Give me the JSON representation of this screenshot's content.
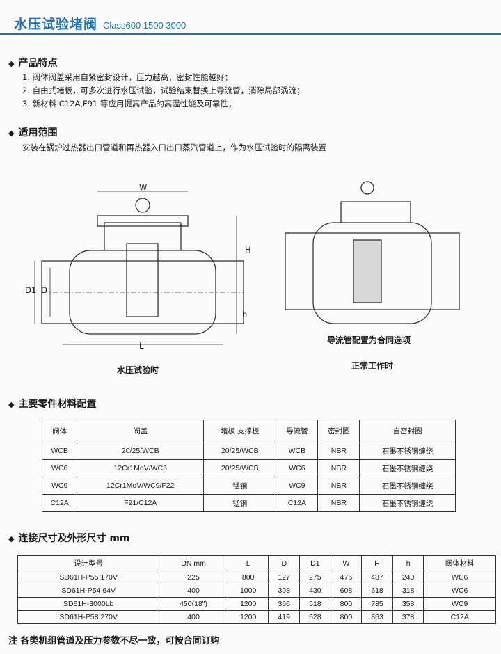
{
  "header": {
    "title": "水压试验堵阀",
    "subtitle": "Class600   1500  3000"
  },
  "features": {
    "heading": "产品特点",
    "items": [
      "1. 阀体阀盖采用自紧密封设计，压力越高，密封性能越好；",
      "2. 自由式堵板，可多次进行水压试验，试验结束替换上导流管，消除局部涡流；",
      "3. 新材料 C12A,F91 等应用提高产品的高温性能及可靠性；"
    ]
  },
  "scope": {
    "heading": "适用范围",
    "text": "安装在锅炉过热器出口管道和再热器入口出口蒸汽管道上，作为水压试验时的隔离装置"
  },
  "drawings": {
    "dims": {
      "W": "W",
      "H": "H",
      "D": "D",
      "D1": "D1",
      "L": "L",
      "h": "h"
    },
    "left_caption": "水压试验时",
    "right_note": "导流管配置为合同选项",
    "right_caption": "正常工作时"
  },
  "materials": {
    "heading": "主要零件材料配置",
    "headers": [
      "阀体",
      "阀盖",
      "堵板  支撑板",
      "导流管",
      "密封圈",
      "自密封圈"
    ],
    "rows": [
      [
        "WCB",
        "20/25/WCB",
        "20/25/WCB",
        "WCB",
        "NBR",
        "石墨不锈钢缠绕"
      ],
      [
        "WC6",
        "12Cr1MoV/WC6",
        "20/25/WCB",
        "WC6",
        "NBR",
        "石墨不锈钢缠绕"
      ],
      [
        "WC9",
        "12Cr1MoV/WC9/F22",
        "锰钢",
        "WC9",
        "NBR",
        "石墨不锈钢缠绕"
      ],
      [
        "C12A",
        "F91/C12A",
        "锰钢",
        "C12A",
        "NBR",
        "石墨不锈钢缠绕"
      ]
    ]
  },
  "dimensions": {
    "heading": "连接尺寸及外形尺寸 mm",
    "headers": [
      "设计型号",
      "DN mm",
      "L",
      "D",
      "D1",
      "W",
      "H",
      "h",
      "阀体材料"
    ],
    "rows": [
      [
        "SD61H-P55 170V",
        "225",
        "800",
        "127",
        "275",
        "476",
        "487",
        "240",
        "WC6"
      ],
      [
        "SD61H-P54 64V",
        "400",
        "1000",
        "398",
        "430",
        "608",
        "618",
        "318",
        "WC6"
      ],
      [
        "SD61H-3000Lb",
        "450(18\")",
        "1200",
        "366",
        "518",
        "800",
        "785",
        "358",
        "WC9"
      ],
      [
        "SD61H-P58 270V",
        "400",
        "1200",
        "419",
        "628",
        "800",
        "863",
        "378",
        "C12A"
      ]
    ]
  },
  "footnote": "注  各类机组管道及压力参数不尽一致，可按合同订购"
}
